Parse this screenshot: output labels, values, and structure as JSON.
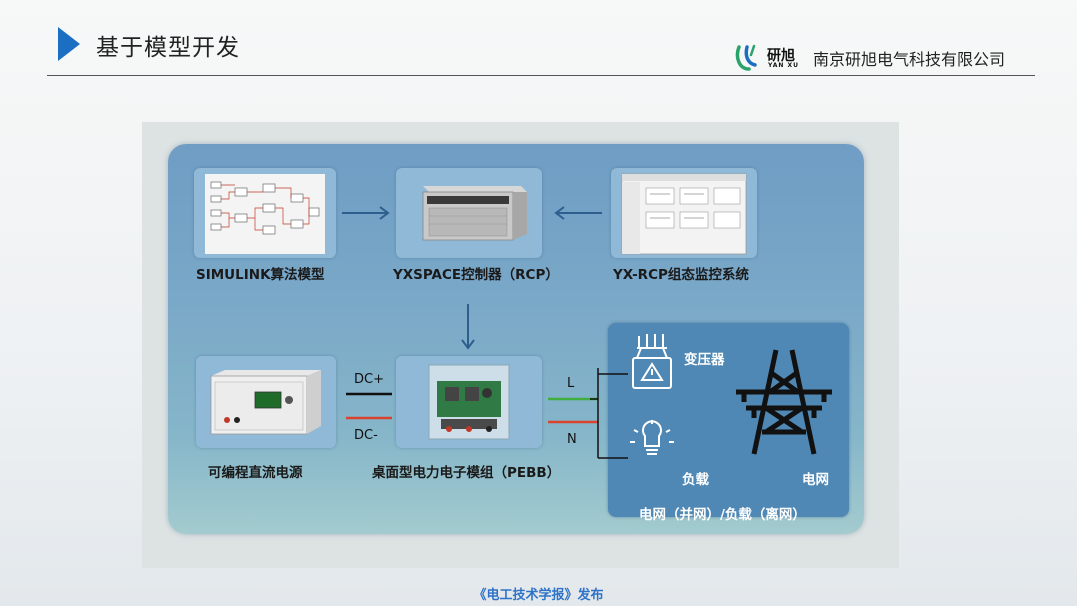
{
  "header": {
    "title": "基于模型开发",
    "logo_cn": "研旭",
    "logo_en": "YAN XU",
    "company": "南京研旭电气科技有限公司"
  },
  "diagram": {
    "simulink_label": "SIMULINK算法模型",
    "rcp_label": "YXSPACE控制器（RCP）",
    "monitor_label": "YX-RCP组态监控系统",
    "dc_source_label": "可编程直流电源",
    "pebb_label": "桌面型电力电子模组（PEBB）",
    "dc_plus": "DC+",
    "dc_minus": "DC-",
    "line_l": "L",
    "line_n": "N",
    "transformer_label": "变压器",
    "load_label": "负载",
    "grid_label": "电网",
    "grid_panel_label": "电网（并网）/负载（离网）"
  },
  "footer": {
    "caption": "《电工技术学报》发布"
  },
  "colors": {
    "accent": "#1b6fc2",
    "caption": "#2f73c7",
    "dc_plus_line": "#111111",
    "dc_minus_line": "#d9442e",
    "l_line": "#3fae3f",
    "n_line": "#d9442e"
  }
}
